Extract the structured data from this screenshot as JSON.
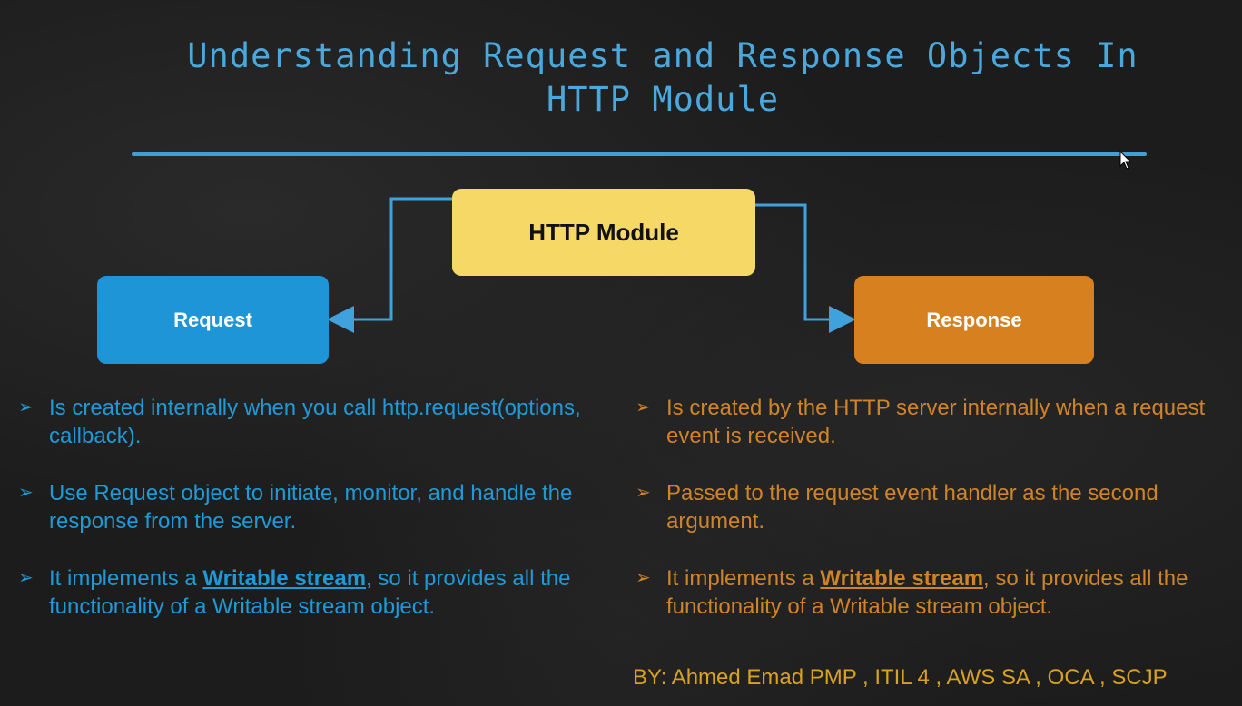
{
  "title": {
    "line1": "Understanding Request and Response Objects In",
    "line2": "HTTP Module"
  },
  "diagram": {
    "http_module": "HTTP Module",
    "request": "Request",
    "response": "Response"
  },
  "request_points": [
    {
      "text": "Is created internally when you call http.request(options, callback)."
    },
    {
      "text": "Use Request object to initiate, monitor, and handle the response from the server."
    },
    {
      "before": "It implements a ",
      "link": "Writable stream",
      "after": ", so it provides all the functionality of a Writable stream object."
    }
  ],
  "response_points": [
    {
      "text": "Is created by the HTTP server internally when a request event is received."
    },
    {
      "text": "Passed to the request event handler as the second argument."
    },
    {
      "before": "It implements a ",
      "link": "Writable stream",
      "after": ", so it provides all the functionality of a Writable stream object."
    }
  ],
  "footer": "BY: Ahmed Emad PMP , ITIL 4 , AWS SA , OCA , SCJP",
  "colors": {
    "title": "#4aa8dc",
    "http_module": "#f6d867",
    "request": "#1d95d6",
    "response": "#d6801f",
    "footer": "#d9a21e"
  },
  "icons": {
    "bullet": "arrow-bullet-icon",
    "cursor": "mouse-pointer-icon"
  }
}
